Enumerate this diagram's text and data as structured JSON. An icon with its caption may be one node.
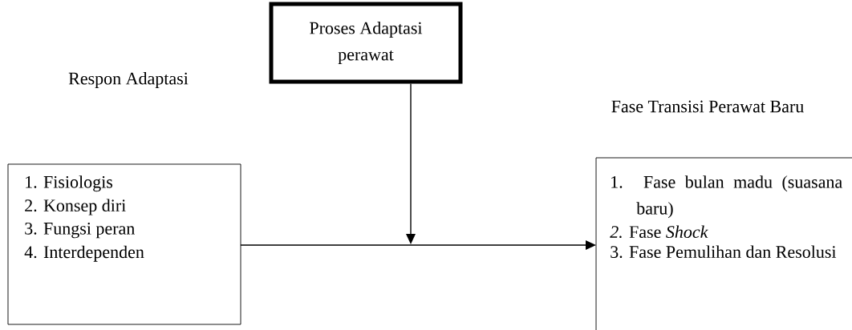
{
  "diagram": {
    "nodes": [
      {
        "text": [
          "Proses Adaptasi perawat"
        ]
      },
      {
        "text": [
          "1. Fisiologis",
          "2. Konsep diri",
          "3. Fungsi peran",
          "4. Interdependen"
        ]
      },
      {
        "text": [
          "Fase Transisi Perawat Baru",
          "1. Fase bulan madu (suasana baru)",
          "*2.* Fase *Shock*",
          "3. Fase Pemulihan dan Resolusi"
        ]
      }
    ],
    "edges": [
      {
        "from": 1,
        "to": 2,
        "arrow": "to"
      },
      {
        "from": 0,
        "to": null,
        "arrow": "to"
      }
    ],
    "labels": [
      "Respon Adaptasi"
    ]
  }
}
